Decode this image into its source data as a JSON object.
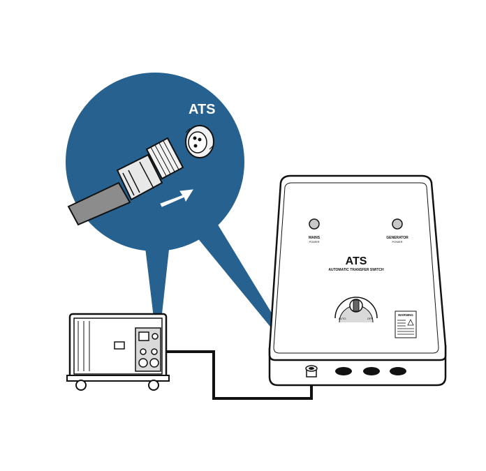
{
  "zoom_inset": {
    "label": "ATS"
  },
  "ats_box": {
    "title": "ATS",
    "subtitle": "AUTOMATIC TRANSFER SWITCH",
    "mains_led_label_1": "MAINS",
    "mains_led_label_2": "POWER",
    "generator_led_label_1": "GENERATOR",
    "generator_led_label_2": "POWER",
    "dial_left_label": "AUTO",
    "dial_right_label": "OFF",
    "warning_label": "WARNING"
  },
  "colors": {
    "inset_blue": "#26618f",
    "outline": "#111111",
    "panel_grey": "#d9d9d9",
    "cable_grey": "#8c8c8c"
  }
}
